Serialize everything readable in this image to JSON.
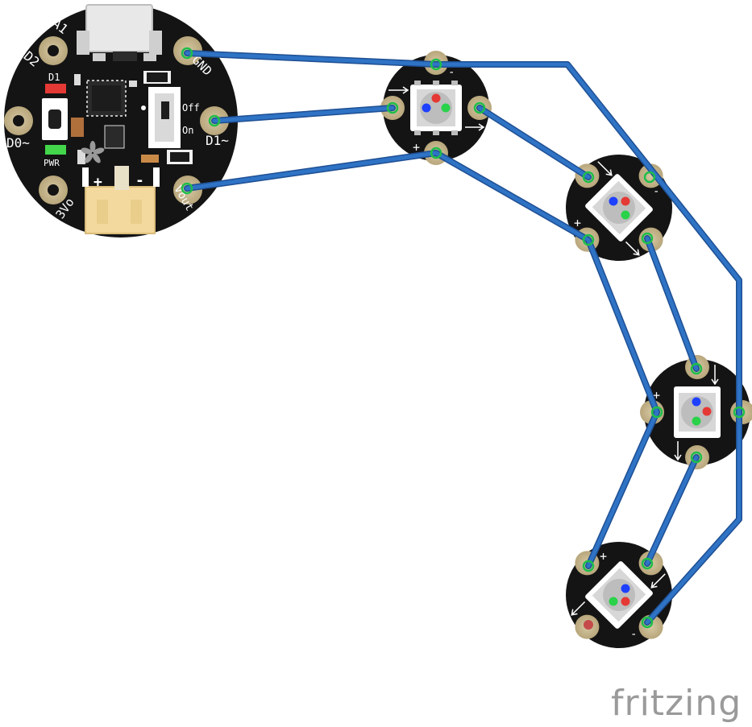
{
  "board": {
    "pins": {
      "a1": "A1",
      "d2": "D2",
      "gnd": "GND",
      "d0": "D0~",
      "d1": "D1~",
      "v3": "3Vo",
      "vout": "Vout"
    },
    "led_d1": "D1",
    "led_pwr": "PWR",
    "switch_off": "Off",
    "switch_on": "On",
    "battery_plus": "+",
    "battery_minus": "-"
  },
  "pixel_labels": {
    "plus": "+",
    "minus": "-"
  },
  "brand": "fritzing",
  "colors": {
    "wire": "#2f73c5",
    "wire_edge": "#1e4f93",
    "pad": "#c8b790",
    "pcb": "#141414",
    "connector_green": "#1fbe4a"
  },
  "icons": {
    "logo": "adafruit-flower-icon",
    "arrow": "arrow-icon"
  }
}
